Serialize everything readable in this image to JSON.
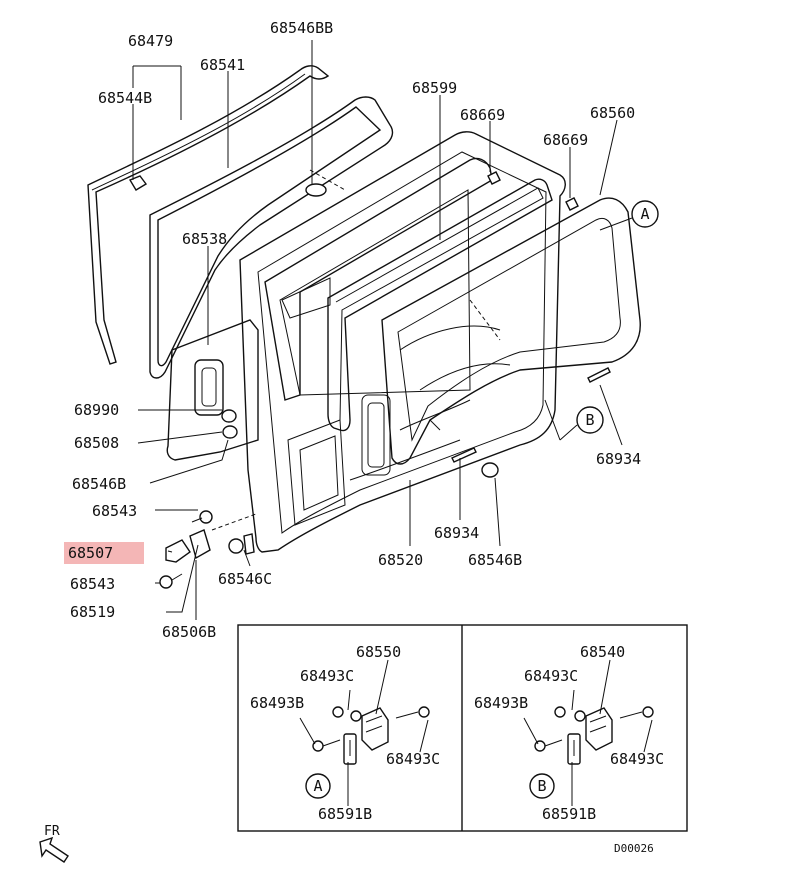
{
  "diagram": {
    "labels": {
      "p68479": "68479",
      "p68544B": "68544B",
      "p68541": "68541",
      "p68546BB": "68546BB",
      "p68599": "68599",
      "p68669a": "68669",
      "p68560": "68560",
      "p68669b": "68669",
      "p68538": "68538",
      "p68990": "68990",
      "p68508": "68508",
      "p68546B_left": "68546B",
      "p68543a": "68543",
      "p68507": "68507",
      "p68543b": "68543",
      "p68519": "68519",
      "p68506B": "68506B",
      "p68546C": "68546C",
      "p68934_right": "68934",
      "p68934_bottom": "68934",
      "p68520": "68520",
      "p68546B_bottom": "68546B",
      "calloutA": "A",
      "calloutB": "B"
    },
    "highlight_color": "#f4b6b6",
    "detail_left": {
      "p68550": "68550",
      "p68493C_top": "68493C",
      "p68493B": "68493B",
      "p68493C_right": "68493C",
      "p68591B": "68591B",
      "callout": "A"
    },
    "detail_right": {
      "p68540": "68540",
      "p68493C_top": "68493C",
      "p68493B": "68493B",
      "p68493C_right": "68493C",
      "p68591B": "68591B",
      "callout": "B"
    },
    "direction_label": "FR",
    "diagram_code": "D00026"
  }
}
